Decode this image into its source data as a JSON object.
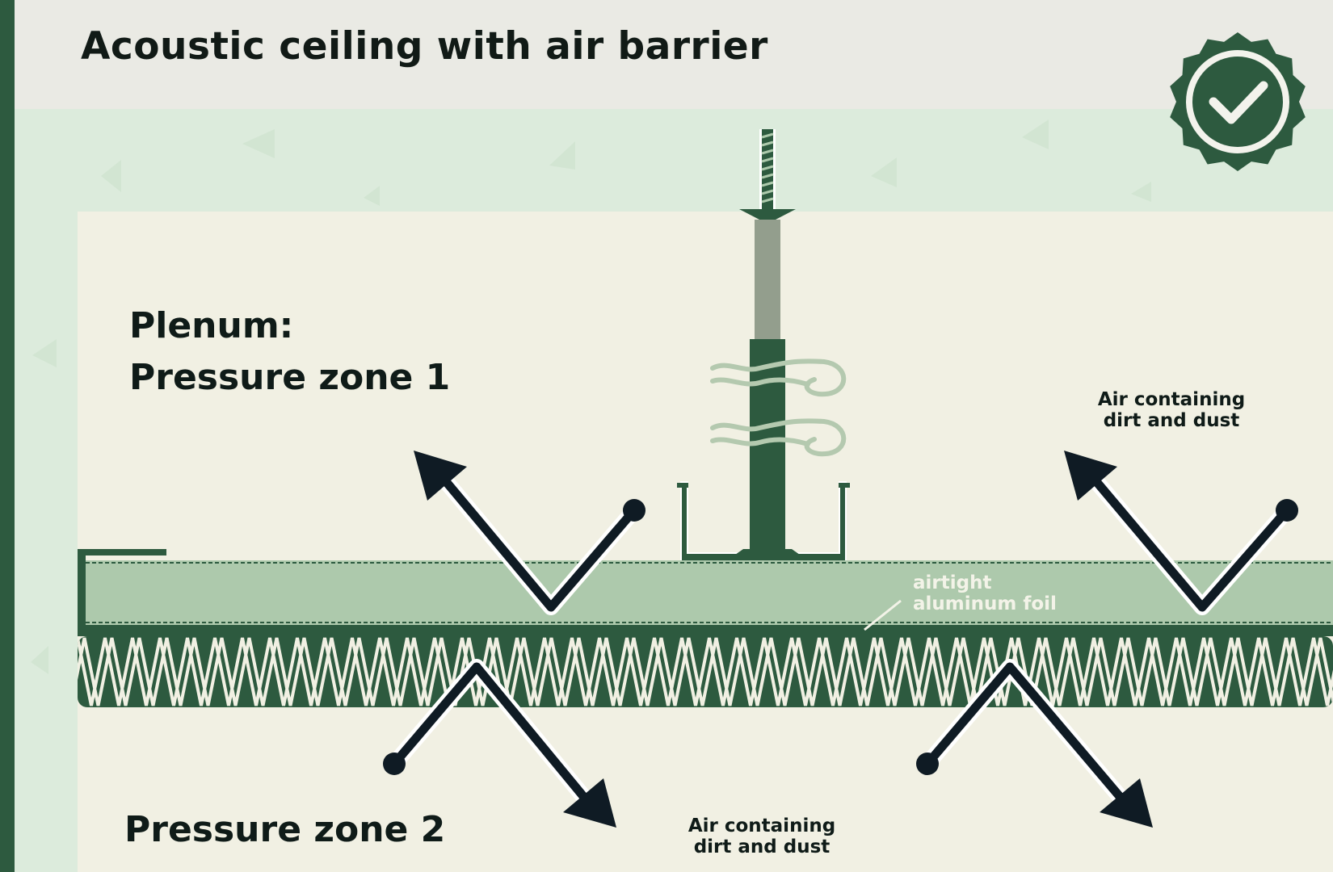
{
  "title": "Acoustic ceiling with air barrier",
  "badge_icon": "checkmark-badge-icon",
  "labels": {
    "plenum_line1": "Plenum:",
    "plenum_line2": "Pressure zone 1",
    "zone2": "Pressure zone 2",
    "air_top_line1": "Air containing",
    "air_top_line2": "dirt and dust",
    "air_bottom_line1": "Air containing",
    "air_bottom_line2": "dirt and dust",
    "foil_line1": "airtight",
    "foil_line2": "aluminum foil"
  },
  "colors": {
    "dark_green": "#2d5a3f",
    "panel_green": "#adc9ac",
    "light_bg": "#dcebdc",
    "cream": "#f1f0e3",
    "navy": "#0f1b24"
  }
}
